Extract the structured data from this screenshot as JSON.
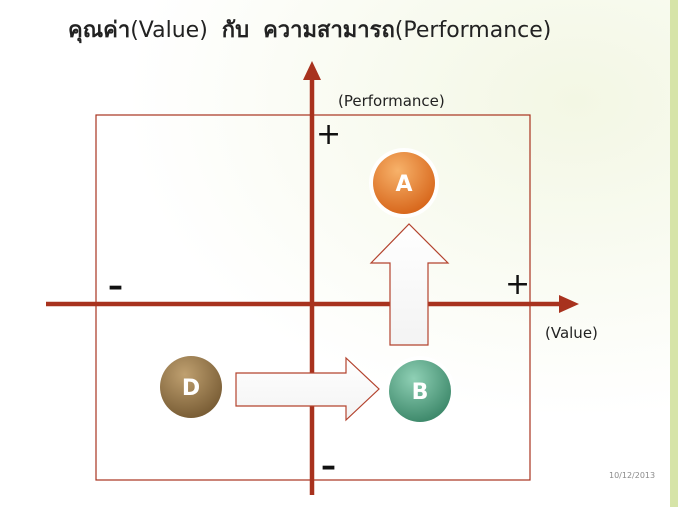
{
  "slide": {
    "title_thai_1": "คุณค่า",
    "title_latin_1": "(Value)",
    "title_thai_2": "กับ",
    "title_thai_3": "ความสามารถ",
    "title_latin_2": "(Performance)",
    "footer_date": "10/12/2013"
  },
  "diagram": {
    "y_axis_label": "(Performance)",
    "x_axis_label": "(Value)",
    "y_plus": "+",
    "y_minus": "–",
    "x_plus": "+",
    "x_minus": "–",
    "nodes": [
      {
        "label": "A",
        "color": "#e07b2c"
      },
      {
        "label": "B",
        "color": "#4f9a7d"
      },
      {
        "label": "D",
        "color": "#8b6f45"
      }
    ],
    "axis_color": "#a8321e"
  }
}
